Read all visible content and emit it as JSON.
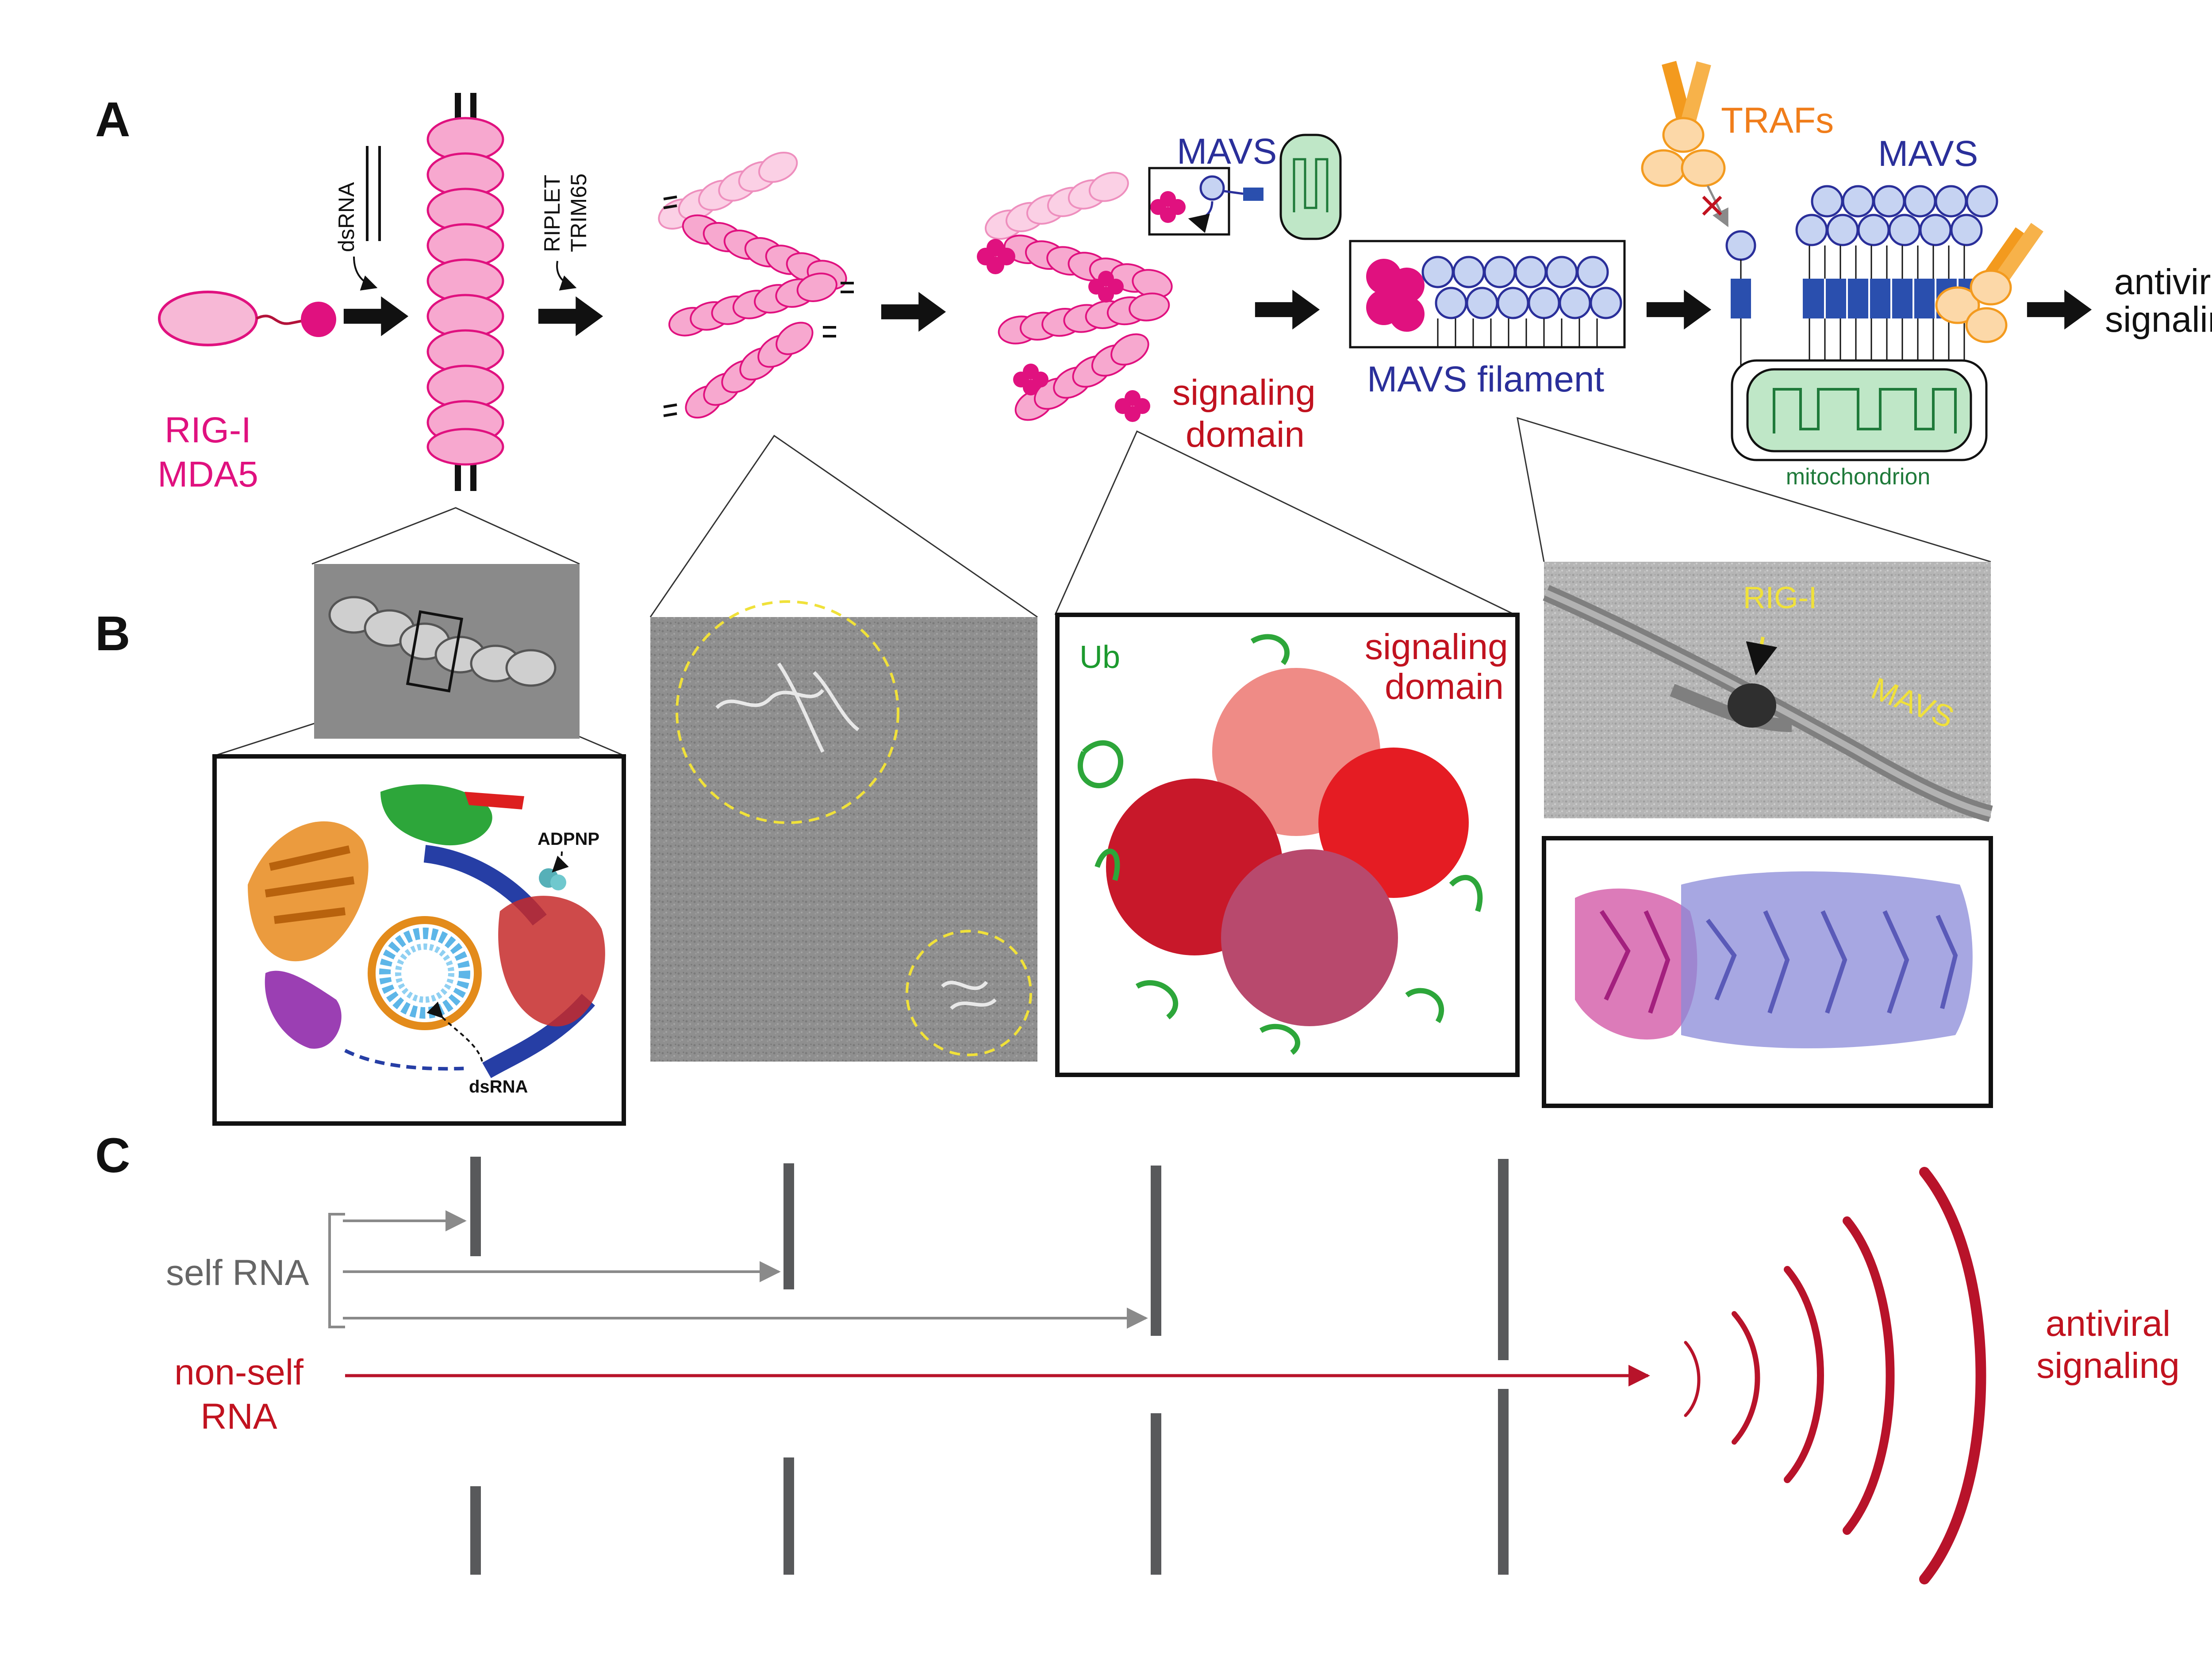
{
  "panels": {
    "a": "A",
    "b": "B",
    "c": "C"
  },
  "panel_a": {
    "receptor_line1": "RIG-I",
    "receptor_line2": "MDA5",
    "dsrna": "dsRNA",
    "ligase_line1": "RIPLET",
    "ligase_line2": "TRIM65",
    "mavs_top": "MAVS",
    "signaling_line1": "signaling",
    "signaling_line2": "domain",
    "mavs_filament": "MAVS filament",
    "trafs": "TRAFs",
    "mavs_right": "MAVS",
    "mitochondrion": "mitochondrion",
    "output_line1": "antiviral",
    "output_line2": "signaling"
  },
  "panel_b": {
    "adpnp": "ADPNP",
    "dsrna": "dsRNA",
    "ub": "Ub",
    "signaling_line1": "signaling",
    "signaling_line2": "domain",
    "em_rigi": "RIG-I",
    "em_mavs": "MAVS"
  },
  "panel_c": {
    "self_rna": "self RNA",
    "nonself_line1": "non-self",
    "nonself_line2": "RNA",
    "output_line1": "antiviral",
    "output_line2": "signaling"
  },
  "colors": {
    "receptor": "#e0117f",
    "receptor_light": "#f7a8cf",
    "mavs": "#2a2f9a",
    "mavs_light": "#b9c6ee",
    "signal_red": "#c1121f",
    "traf": "#f39a1e",
    "mito_green": "#bfe7c7",
    "gray_arrow": "#8a8a8a",
    "barrier": "#58595b"
  },
  "icons": [
    "block-arrow-icon",
    "dsrna-icon",
    "mitochondrion-icon",
    "traf-icon",
    "inhibition-x-icon",
    "signal-wave-icon"
  ]
}
